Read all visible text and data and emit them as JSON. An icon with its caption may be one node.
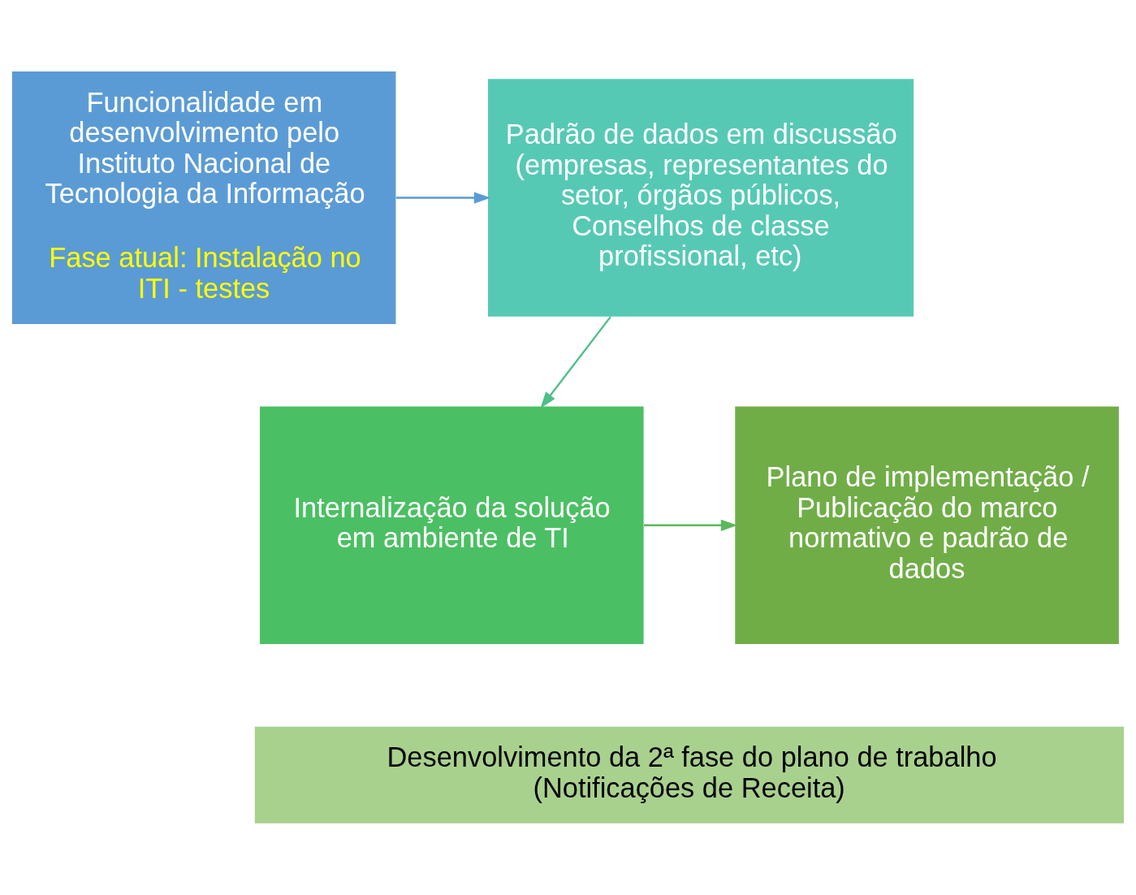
{
  "diagram": {
    "nodes": [
      {
        "text": [
          "Funcionalidade em desenvolvimento pelo Instituto Nacional de Tecnologia da Informação",
          "Fase atual: Instalação no ITI - testes"
        ]
      },
      {
        "text": [
          "Padrão de dados em discussão (empresas, representantes do setor, órgãos públicos, Conselhos de classe profissional, etc)"
        ]
      },
      {
        "text": [
          "Internalização da solução em ambiente de TI"
        ]
      },
      {
        "text": [
          "Plano de implementação / Publicação do marco normativo e padrão de dados"
        ]
      },
      {
        "text": [
          "Desenvolvimento da 2ª fase do plano de trabalho (Notificações de Receita)"
        ]
      }
    ],
    "edges": [
      {
        "from": 0,
        "to": 1,
        "arrow": "to",
        "color": "#5b9bd5"
      },
      {
        "from": 1,
        "to": 2,
        "arrow": "to",
        "color": "#4fbf8a"
      },
      {
        "from": 2,
        "to": 3,
        "arrow": "to",
        "color": "#5cb85c"
      }
    ]
  }
}
